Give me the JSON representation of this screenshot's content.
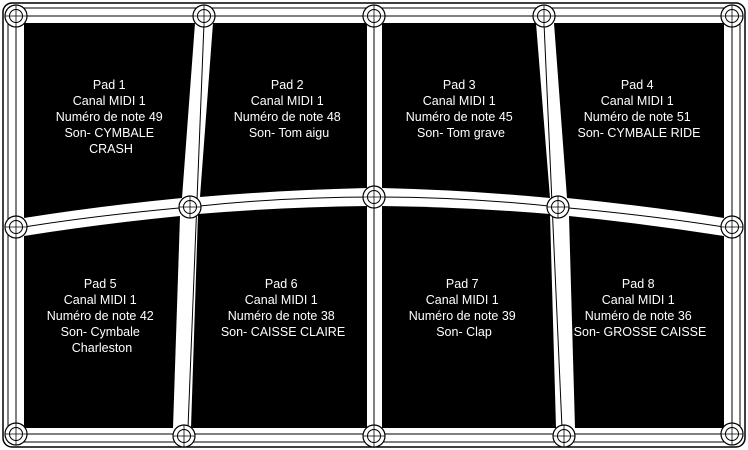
{
  "colors": {
    "pad": "#000000",
    "frame": "#ffffff",
    "outline": "#000000",
    "text": "#ffffff"
  },
  "pads": [
    {
      "id": "pad-1",
      "lines": [
        "Pad 1",
        "Canal MIDI 1",
        "Numéro de note 49",
        "Son- CYMBALE",
        "CRASH"
      ]
    },
    {
      "id": "pad-2",
      "lines": [
        "Pad 2",
        "Canal MIDI 1",
        "Numéro de note 48",
        "Son- Tom aigu"
      ]
    },
    {
      "id": "pad-3",
      "lines": [
        "Pad 3",
        "Canal MIDI 1",
        "Numéro de note 45",
        "Son- Tom grave"
      ]
    },
    {
      "id": "pad-4",
      "lines": [
        "Pad 4",
        "Canal MIDI 1",
        "Numéro de note 51",
        "Son- CYMBALE RIDE"
      ]
    },
    {
      "id": "pad-5",
      "lines": [
        "Pad 5",
        "Canal MIDI 1",
        "Numéro de note 42",
        "Son- Cymbale",
        "Charleston"
      ]
    },
    {
      "id": "pad-6",
      "lines": [
        "Pad 6",
        "Canal MIDI 1",
        "Numéro de note 38",
        "Son- CAISSE CLAIRE"
      ]
    },
    {
      "id": "pad-7",
      "lines": [
        "Pad 7",
        "Canal MIDI 1",
        "Numéro de note 39",
        "Son- Clap"
      ]
    },
    {
      "id": "pad-8",
      "lines": [
        "Pad 8",
        "Canal MIDI 1",
        "Numéro de note 36",
        "Son- GROSSE CAISSE"
      ]
    }
  ]
}
